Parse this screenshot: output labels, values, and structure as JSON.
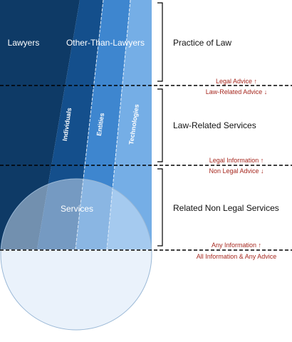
{
  "columns": {
    "lawyers": "Lawyers",
    "other_than_lawyers": "Other-Than-Lawyers",
    "individuals": "Individuals",
    "entities": "Entities",
    "technologies": "Technologies"
  },
  "circle_label": "Services",
  "tiers": [
    {
      "label": "Practice of Law"
    },
    {
      "label": "Law-Related Services"
    },
    {
      "label": "Related Non Legal Services"
    }
  ],
  "boundaries": [
    {
      "above": "Legal Advice ↑",
      "below": "Law-Related Advice ↓"
    },
    {
      "above": "Legal Information ↑",
      "below": "Non Legal Advice ↓"
    },
    {
      "above": "Any Information ↑",
      "below": "All Information & Any Advice"
    }
  ],
  "colors": {
    "lawyers": "#0e3a66",
    "individuals": "#144f8c",
    "entities": "#3e86cf",
    "technologies": "#75aee6",
    "circle": "#d6e6f7",
    "boundary_text": "#a6281f",
    "label_text": "#111111"
  }
}
